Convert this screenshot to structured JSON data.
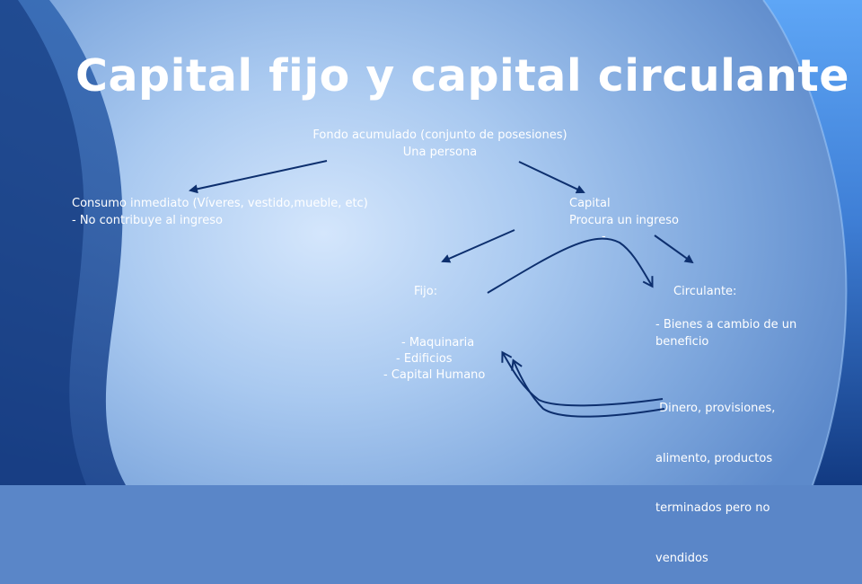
{
  "slide": {
    "title": "Capital fijo y capital circulante"
  },
  "diagram": {
    "root": {
      "line1": "Fondo acumulado (conjunto de posesiones)",
      "line2": "Una persona"
    },
    "consumo": {
      "line1": "Consumo inmediato (Víveres, vestido,mueble, etc)",
      "line2": "- No contribuye al ingreso"
    },
    "capital": {
      "line1": "Capital",
      "line2": "Procura un ingreso",
      "line3": "-"
    },
    "fijo": {
      "heading": "Fijo:",
      "items": [
        "- Maquinaria",
        "- Edificios",
        "- Capital Humano"
      ]
    },
    "circulante": {
      "heading": "Circulante:",
      "item1_line1": "- Bienes a cambio de un",
      "item1_line2": "beneficio",
      "item2_line1": " Dinero, provisiones,",
      "item2_line2": "alimento, productos",
      "item2_line3": "terminados pero no",
      "item2_line4": "vendidos"
    }
  },
  "colors": {
    "text": "#ffffff",
    "arrow": "#0d2f6e",
    "accent_dark": "#1f4f9a",
    "accent_light": "#5aa0f0"
  }
}
